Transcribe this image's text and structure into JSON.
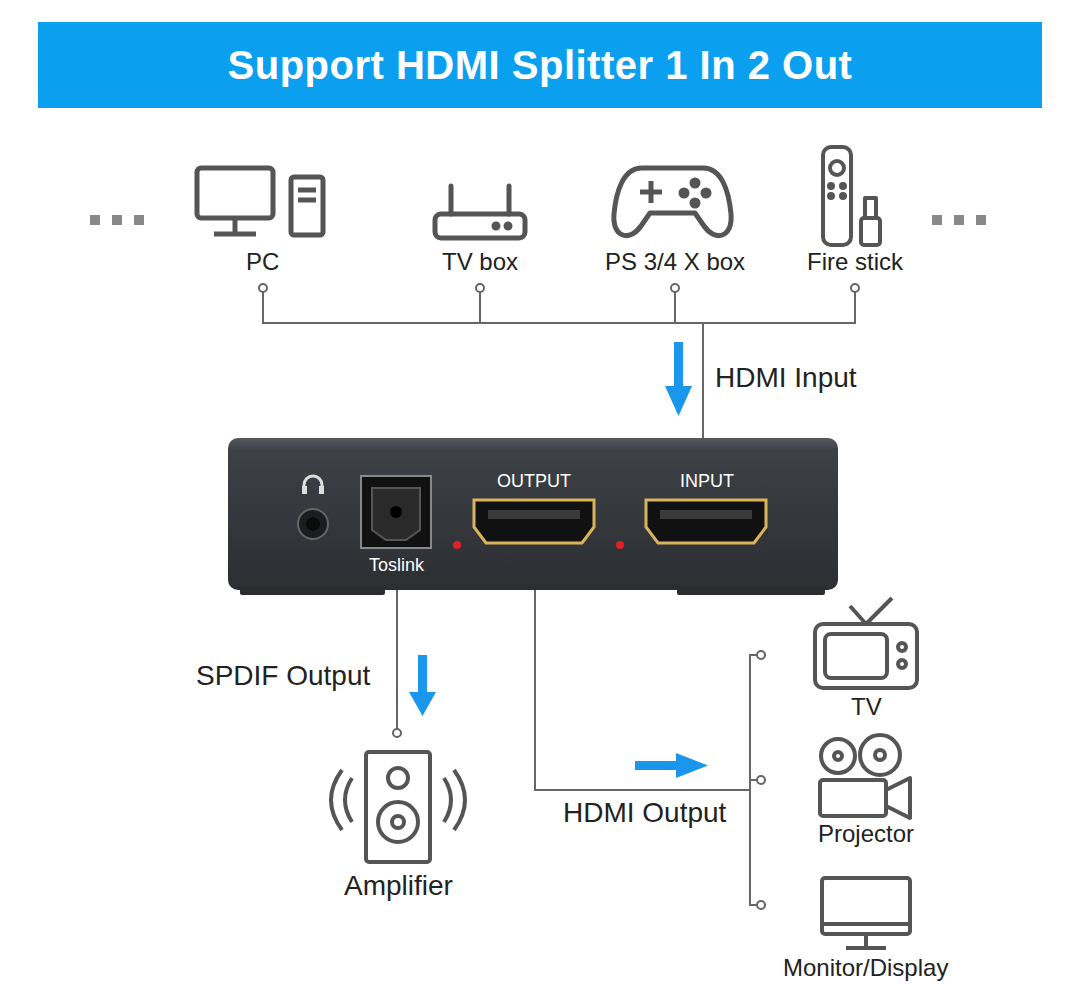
{
  "diagram": {
    "title": "Support HDMI Splitter 1 In 2 Out",
    "nodes": [
      {
        "text": [
          "PC"
        ]
      },
      {
        "text": [
          "TV box"
        ]
      },
      {
        "text": [
          "PS 3/4 X box"
        ]
      },
      {
        "text": [
          "Fire stick"
        ]
      },
      {
        "text": [
          "OUTPUT",
          "INPUT",
          "Toslink"
        ]
      },
      {
        "text": [
          "TV"
        ]
      },
      {
        "text": [
          "Projector"
        ]
      },
      {
        "text": [
          "Amplifier"
        ]
      },
      {
        "text": [
          "Monitor/Display"
        ]
      }
    ],
    "edges": [
      {
        "from": 0,
        "to": 4,
        "arrow": "none"
      },
      {
        "from": 1,
        "to": 4,
        "arrow": "none"
      },
      {
        "from": 2,
        "to": 4,
        "arrow": "none"
      },
      {
        "from": 3,
        "to": 4,
        "arrow": "none"
      },
      {
        "from": 4,
        "to": 7,
        "arrow": "none"
      },
      {
        "from": 4,
        "to": 5,
        "arrow": "none"
      },
      {
        "from": 4,
        "to": 6,
        "arrow": "none"
      },
      {
        "from": 4,
        "to": 8,
        "arrow": "none"
      }
    ],
    "labels": [
      "HDMI Input",
      "SPDIF Output",
      "HDMI Output"
    ]
  }
}
